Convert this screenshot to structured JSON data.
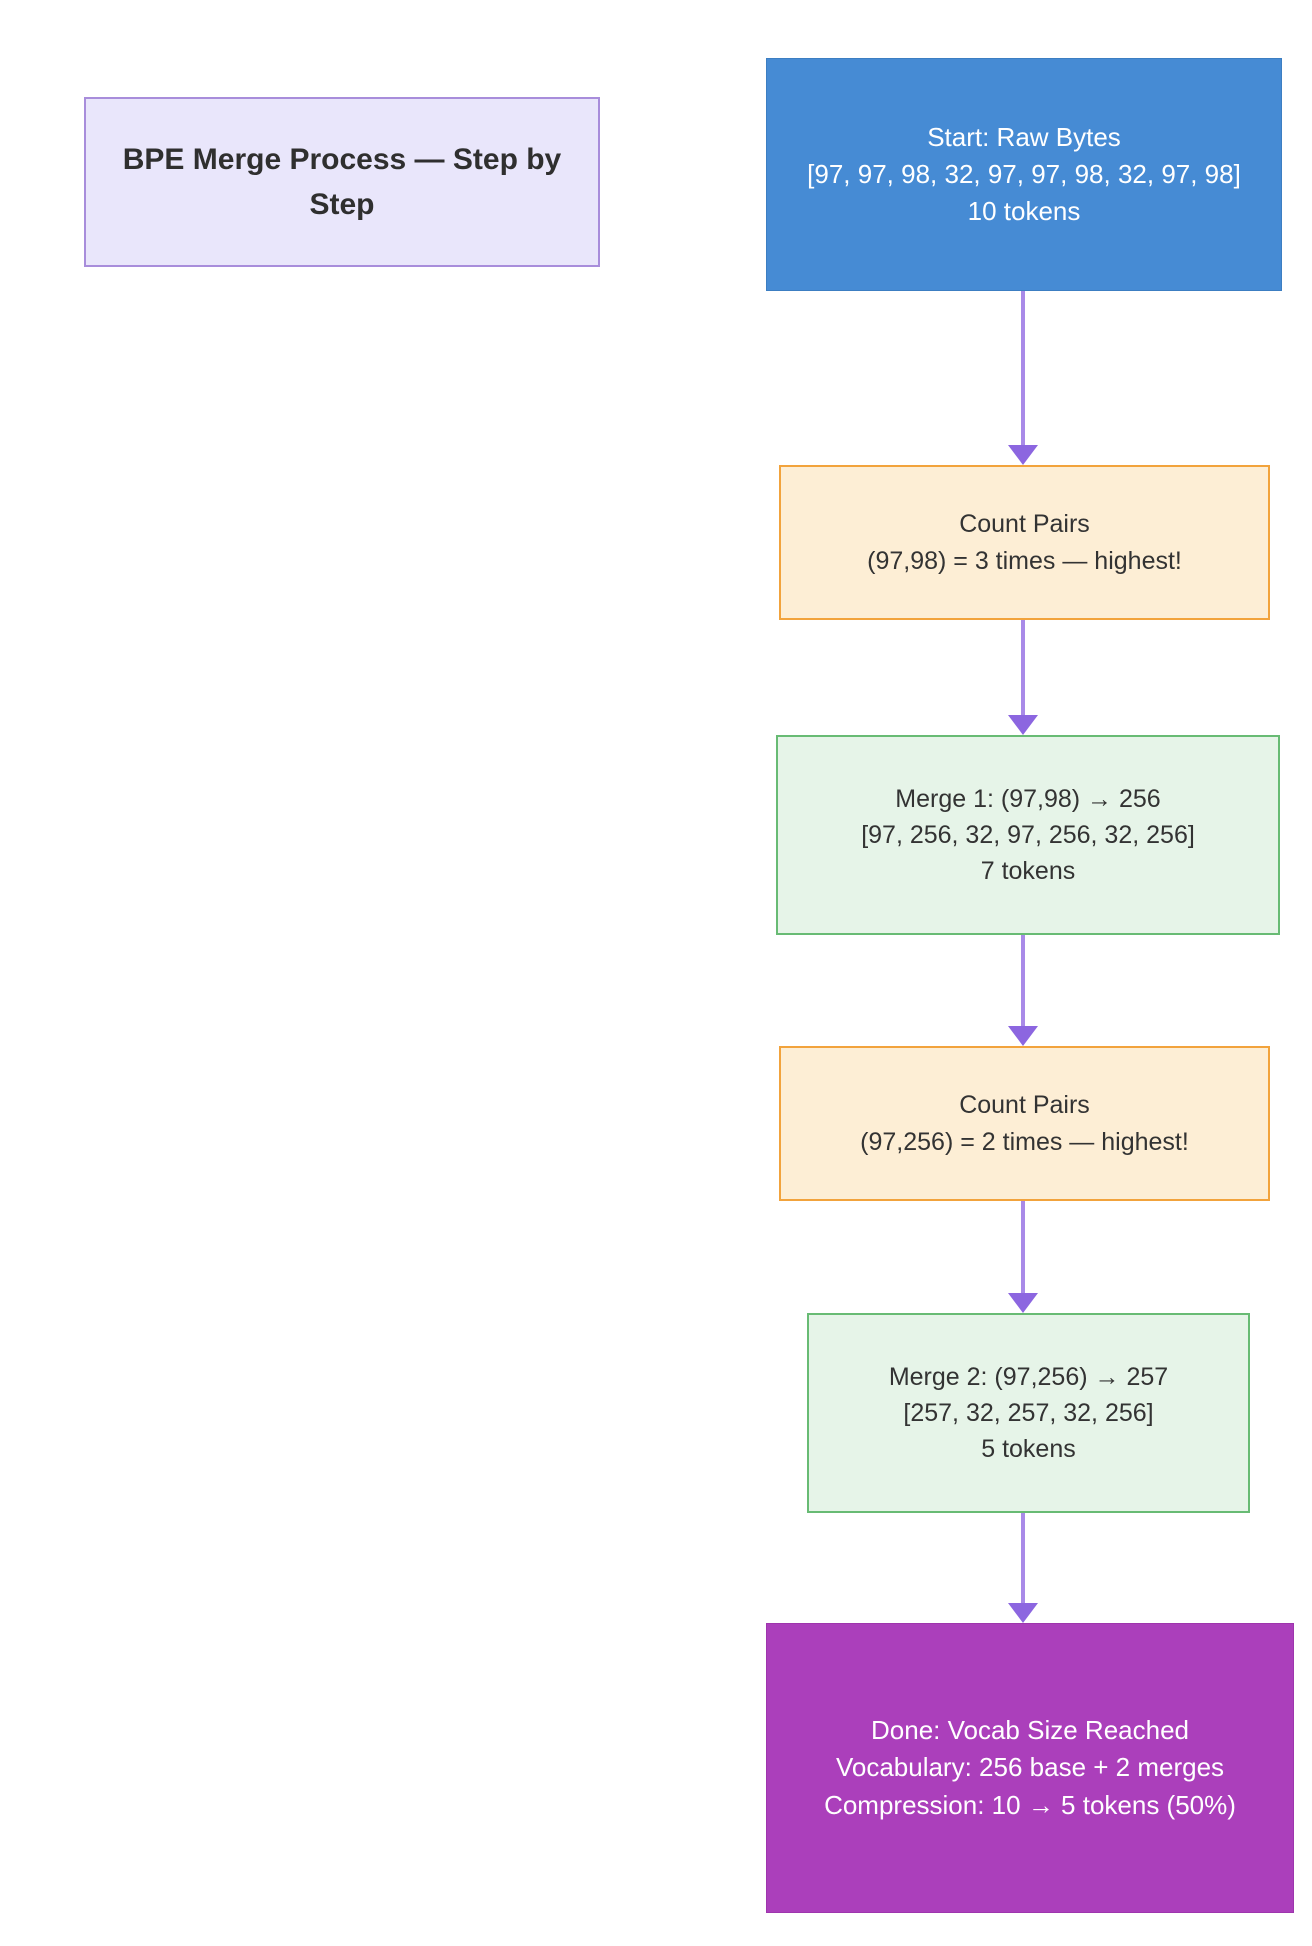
{
  "diagram": {
    "type": "flowchart",
    "orientation": "top-to-bottom",
    "caption": {
      "line1": "BPE Merge Process —",
      "line2": "Step by Step"
    },
    "colors": {
      "caption_fill": "#e9e6fb",
      "caption_border": "#a88ddb",
      "start_fill": "#468bd4",
      "count_fill": "#fdeed5",
      "count_border": "#f2a33c",
      "merge_fill": "#e6f4e8",
      "merge_border": "#68bb74",
      "done_fill": "#ab3fbb",
      "connector": "#a98ae8",
      "arrowhead": "#8c66e0"
    },
    "nodes": [
      {
        "id": "start",
        "kind": "start",
        "lines": [
          "Start: Raw Bytes",
          "[97, 97, 98, 32, 97, 97, 98, 32, 97, 98]",
          "10 tokens"
        ]
      },
      {
        "id": "count-1",
        "kind": "count",
        "lines": [
          "Count Pairs",
          "(97,98) = 3 times — highest!"
        ]
      },
      {
        "id": "merge-1",
        "kind": "merge",
        "lines": [
          "Merge 1: (97,98) → 256",
          "[97, 256, 32, 97, 256, 32, 256]",
          "7 tokens"
        ]
      },
      {
        "id": "count-2",
        "kind": "count",
        "lines": [
          "Count Pairs",
          "(97,256) = 2 times — highest!"
        ]
      },
      {
        "id": "merge-2",
        "kind": "merge",
        "lines": [
          "Merge 2: (97,256) → 257",
          "[257, 32, 257, 32, 256]",
          "5 tokens"
        ]
      },
      {
        "id": "done",
        "kind": "done",
        "lines": [
          "Done: Vocab Size Reached",
          "Vocabulary: 256 base + 2 merges",
          "Compression: 10 → 5 tokens (50%)"
        ]
      }
    ],
    "edges": [
      {
        "from": "start",
        "to": "count-1"
      },
      {
        "from": "count-1",
        "to": "merge-1"
      },
      {
        "from": "merge-1",
        "to": "count-2"
      },
      {
        "from": "count-2",
        "to": "merge-2"
      },
      {
        "from": "merge-2",
        "to": "done"
      }
    ]
  }
}
